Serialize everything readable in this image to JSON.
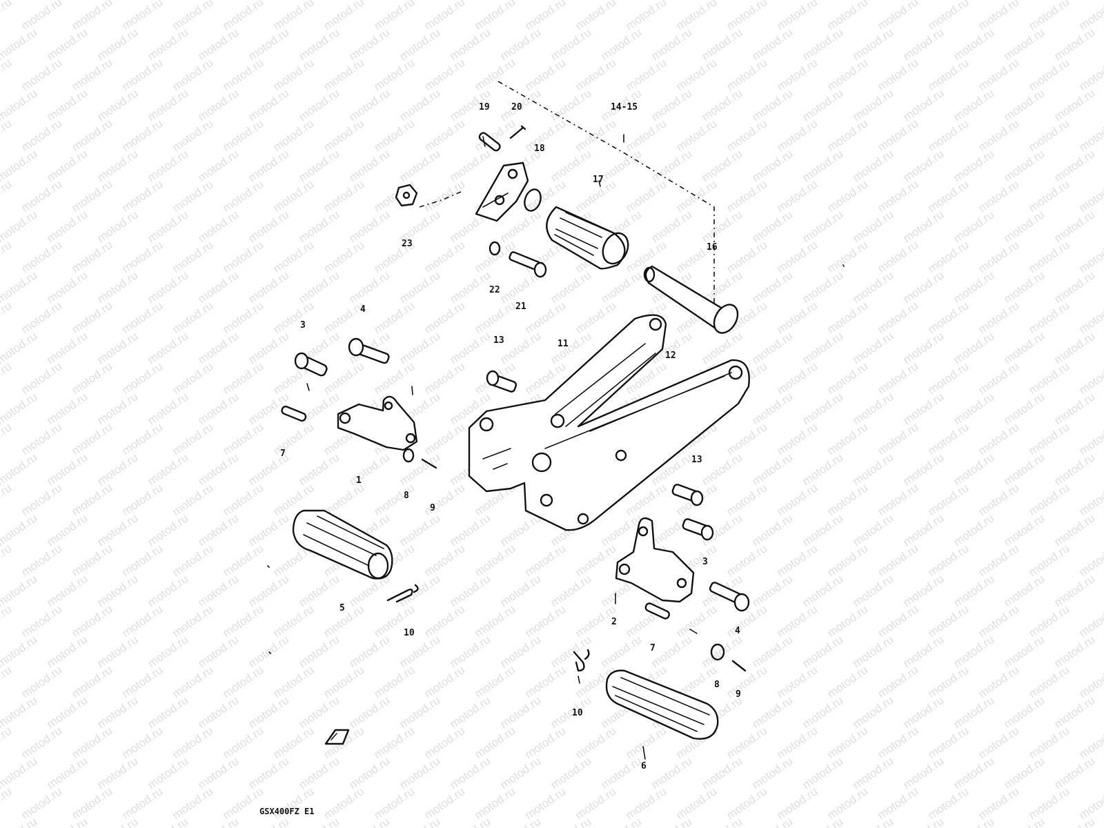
{
  "watermark": {
    "text": "motod.ru"
  },
  "diagram": {
    "code_label": "GSX400FZ E1",
    "callouts": {
      "n1": "1",
      "n2": "2",
      "n3a": "3",
      "n3b": "3",
      "n4a": "4",
      "n4b": "4",
      "n5": "5",
      "n6": "6",
      "n7a": "7",
      "n7b": "7",
      "n8a": "8",
      "n8b": "8",
      "n9a": "9",
      "n9b": "9",
      "n10a": "10",
      "n10b": "10",
      "n11": "11",
      "n12": "12",
      "n13a": "13",
      "n13b": "13",
      "n1415": "14-15",
      "n16": "16",
      "n17": "17",
      "n18": "18",
      "n19": "19",
      "n20": "20",
      "n21": "21",
      "n22": "22",
      "n23": "23"
    }
  }
}
